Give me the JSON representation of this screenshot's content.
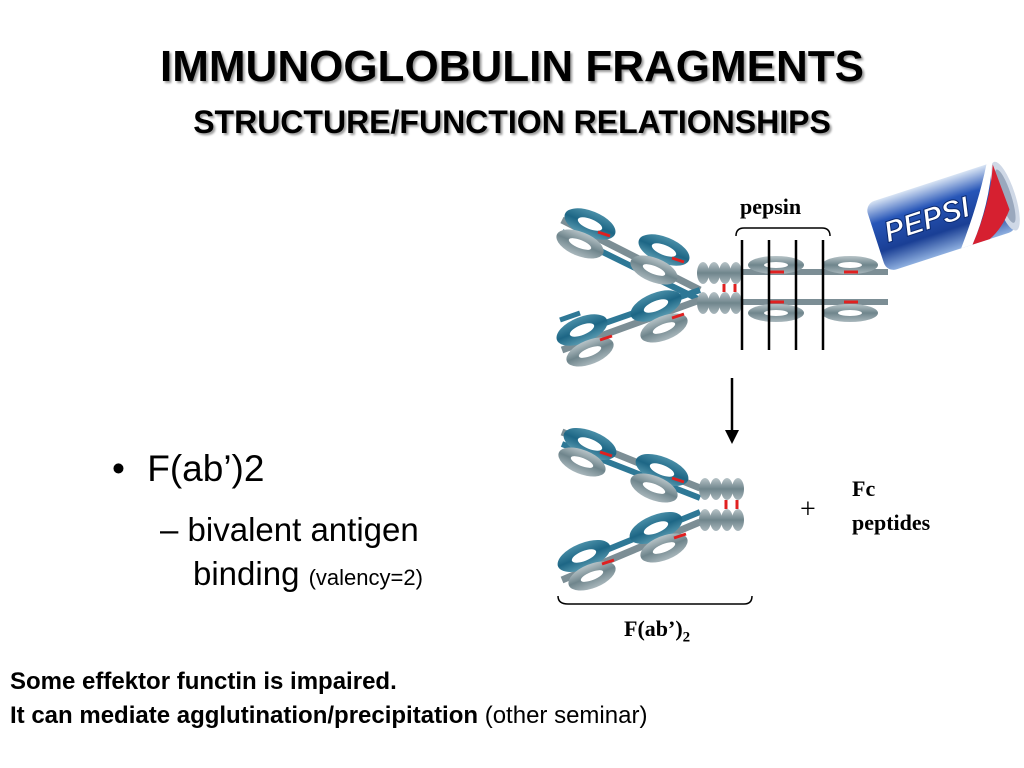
{
  "title": "IMMUNOGLOBULIN FRAGMENTS",
  "subtitle": "STRUCTURE/FUNCTION RELATIONSHIPS",
  "bullet": {
    "marker": "•",
    "text": "F(ab’)2"
  },
  "subbullet": {
    "dash": "–",
    "line1": "bivalent antigen",
    "line2": "binding",
    "note": "(valency=2)"
  },
  "diagram": {
    "enzyme_label": "pepsin",
    "plus": "+",
    "fc_label_line1": "Fc",
    "fc_label_line2": "peptides",
    "fragment_label": "F(ab’)",
    "fragment_sub": "2",
    "can_text": "PEPSI",
    "colors": {
      "domain": "#2e7896",
      "disulfide": "#e02020",
      "hinge": "#8aa0a8",
      "can_blue": "#1f4fb0",
      "can_red": "#d62030"
    }
  },
  "footer": {
    "line1": "Some effektor functin is impaired.",
    "line2_bold": "It can mediate agglutination/precipitation",
    "line2_rest": " (other seminar)"
  }
}
